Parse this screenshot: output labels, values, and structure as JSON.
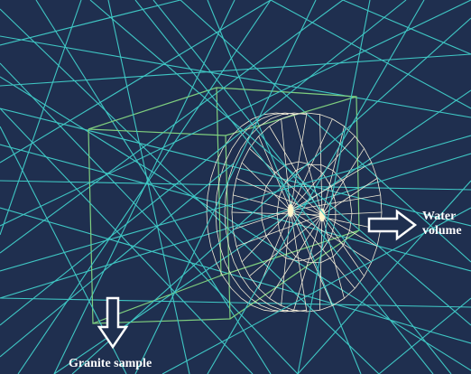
{
  "labels": {
    "water_line1": "Water",
    "water_line2": "volume",
    "granite": "Granite sample"
  },
  "colors": {
    "background": "#1f2f4f",
    "tracks": "#3fc7c4",
    "granite_box": "#7fcf7f",
    "water_mesh": "#f2ecd8",
    "label_text": "#ffffff"
  },
  "icons": [
    "right-arrow-icon",
    "down-arrow-icon"
  ]
}
